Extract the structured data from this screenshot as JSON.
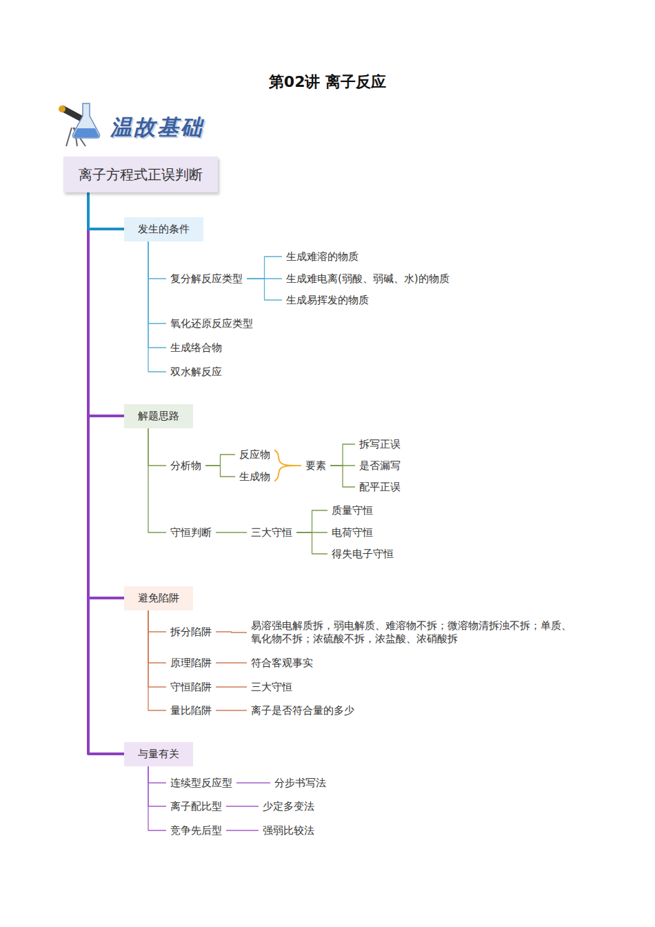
{
  "diagram": {
    "title": "第02讲 离子反应",
    "nodes": [
      {
        "text": [
          "离子方程式正误判断"
        ]
      },
      {
        "text": [
          "发生的条件"
        ]
      },
      {
        "text": [
          "复分解反应类型"
        ]
      },
      {
        "text": [
          "生成难溶的物质"
        ]
      },
      {
        "text": [
          "生成难电离(弱酸、弱碱、水)的物质"
        ]
      },
      {
        "text": [
          "生成易挥发的物质"
        ]
      },
      {
        "text": [
          "氧化还原反应类型"
        ]
      },
      {
        "text": [
          "生成络合物"
        ]
      },
      {
        "text": [
          "双水解反应"
        ]
      },
      {
        "text": [
          "解题思路"
        ]
      },
      {
        "text": [
          "分析物"
        ]
      },
      {
        "text": [
          "反应物"
        ]
      },
      {
        "text": [
          "生成物"
        ]
      },
      {
        "text": [
          "要素"
        ]
      },
      {
        "text": [
          "拆写正误"
        ]
      },
      {
        "text": [
          "是否漏写"
        ]
      },
      {
        "text": [
          "配平正误"
        ]
      },
      {
        "text": [
          "守恒判断"
        ]
      },
      {
        "text": [
          "三大守恒"
        ]
      },
      {
        "text": [
          "质量守恒"
        ]
      },
      {
        "text": [
          "电荷守恒"
        ]
      },
      {
        "text": [
          "得失电子守恒"
        ]
      },
      {
        "text": [
          "避免陷阱"
        ]
      },
      {
        "text": [
          "拆分陷阱"
        ]
      },
      {
        "text": [
          "易溶强电解质拆，弱电解质、难溶物不拆；微溶物清拆浊不拆；单质、氧化物不拆；浓硫酸不拆，浓盐酸、浓硝酸拆"
        ]
      },
      {
        "text": [
          "原理陷阱"
        ]
      },
      {
        "text": [
          "符合客观事实"
        ]
      },
      {
        "text": [
          "守恒陷阱"
        ]
      },
      {
        "text": [
          "三大守恒"
        ]
      },
      {
        "text": [
          "量比陷阱"
        ]
      },
      {
        "text": [
          "离子是否符合量的多少"
        ]
      },
      {
        "text": [
          "与量有关"
        ]
      },
      {
        "text": [
          "连续型反应型"
        ]
      },
      {
        "text": [
          "分步书写法"
        ]
      },
      {
        "text": [
          "离子配比型"
        ]
      },
      {
        "text": [
          "少定多变法"
        ]
      },
      {
        "text": [
          "竞争先后型"
        ]
      },
      {
        "text": [
          "强弱比较法"
        ]
      }
    ],
    "edges": [
      {
        "from": 0,
        "to": 1,
        "arrow": "none"
      },
      {
        "from": 0,
        "to": 9,
        "arrow": "none"
      },
      {
        "from": 0,
        "to": 22,
        "arrow": "none"
      },
      {
        "from": 0,
        "to": 31,
        "arrow": "none"
      },
      {
        "from": 1,
        "to": 2,
        "arrow": "none"
      },
      {
        "from": 2,
        "to": 3,
        "arrow": "none"
      },
      {
        "from": 2,
        "to": 4,
        "arrow": "none"
      },
      {
        "from": 2,
        "to": 5,
        "arrow": "none"
      },
      {
        "from": 1,
        "to": 6,
        "arrow": "none"
      },
      {
        "from": 1,
        "to": 7,
        "arrow": "none"
      },
      {
        "from": 1,
        "to": 8,
        "arrow": "none"
      },
      {
        "from": 9,
        "to": 10,
        "arrow": "none"
      },
      {
        "from": 10,
        "to": 11,
        "arrow": "none"
      },
      {
        "from": 10,
        "to": 12,
        "arrow": "none"
      },
      {
        "from": 11,
        "to": 13,
        "arrow": "none"
      },
      {
        "from": 12,
        "to": 13,
        "arrow": "none"
      },
      {
        "from": 13,
        "to": 14,
        "arrow": "none"
      },
      {
        "from": 13,
        "to": 15,
        "arrow": "none"
      },
      {
        "from": 13,
        "to": 16,
        "arrow": "none"
      },
      {
        "from": 9,
        "to": 17,
        "arrow": "none"
      },
      {
        "from": 17,
        "to": 18,
        "arrow": "none"
      },
      {
        "from": 18,
        "to": 19,
        "arrow": "none"
      },
      {
        "from": 18,
        "to": 20,
        "arrow": "none"
      },
      {
        "from": 18,
        "to": 21,
        "arrow": "none"
      },
      {
        "from": 22,
        "to": 23,
        "arrow": "none"
      },
      {
        "from": 23,
        "to": 24,
        "arrow": "none"
      },
      {
        "from": 22,
        "to": 25,
        "arrow": "none"
      },
      {
        "from": 25,
        "to": 26,
        "arrow": "none"
      },
      {
        "from": 22,
        "to": 27,
        "arrow": "none"
      },
      {
        "from": 27,
        "to": 28,
        "arrow": "none"
      },
      {
        "from": 22,
        "to": 29,
        "arrow": "none"
      },
      {
        "from": 29,
        "to": 30,
        "arrow": "none"
      },
      {
        "from": 31,
        "to": 32,
        "arrow": "none"
      },
      {
        "from": 32,
        "to": 33,
        "arrow": "none"
      },
      {
        "from": 31,
        "to": 34,
        "arrow": "none"
      },
      {
        "from": 34,
        "to": 35,
        "arrow": "none"
      },
      {
        "from": 31,
        "to": 36,
        "arrow": "none"
      },
      {
        "from": 36,
        "to": 37,
        "arrow": "none"
      }
    ],
    "labels": [
      "温故基础"
    ]
  }
}
